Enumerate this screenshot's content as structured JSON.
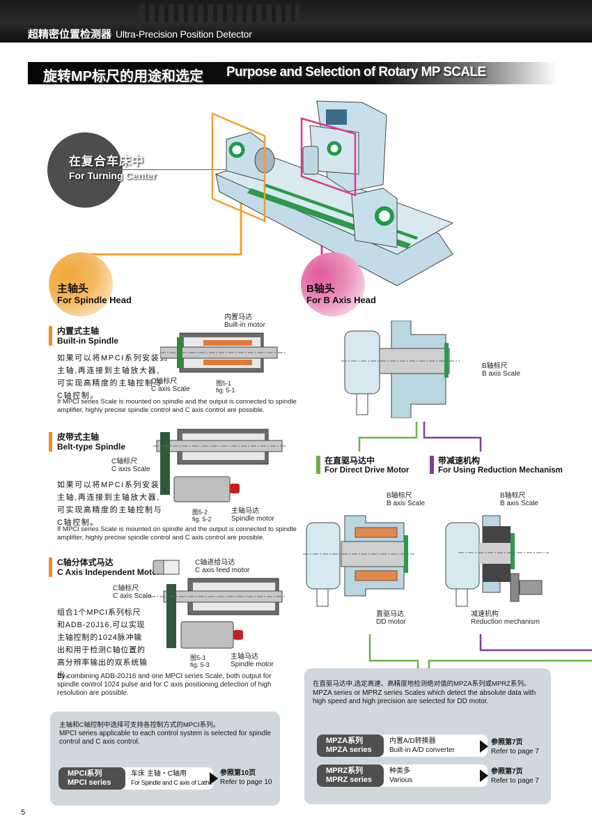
{
  "header": {
    "title_zh": "超精密位置检测器",
    "title_en": "Ultra-Precision Position Detector"
  },
  "section": {
    "title_zh": "旋转MP标尺的用途和选定",
    "title_en": "Purpose and Selection of Rotary MP SCALE"
  },
  "turning_center": {
    "label_zh": "在复合车床中",
    "label_en": "For Turning Center"
  },
  "categories": [
    {
      "label_zh": "主轴头",
      "label_en": "For Spindle Head",
      "color": "#f0a030"
    },
    {
      "label_zh": "B轴头",
      "label_en": "For B Axis Head",
      "color": "#e0358a"
    }
  ],
  "spindle_sections": [
    {
      "title_zh": "内置式主轴",
      "title_en": "Built-in Spindle",
      "desc_zh": "如果可以将MPCI系列安装到主轴,再连接到主轴放大器,可实现高精度的主轴控制与C轴控制。",
      "desc_en": "If MPCI series Scale is mounted on spindle and the output is connected to spindle amplifier, highly precise spindle control and C axis control are possible.",
      "callouts": [
        {
          "zh": "内置马达",
          "en": "Built-in motor"
        },
        {
          "zh": "C轴标尺",
          "en": "C axis Scale"
        }
      ],
      "figure_zh": "图5-1",
      "figure_en": "fig. 5-1"
    },
    {
      "title_zh": "皮带式主轴",
      "title_en": "Belt-type Spindle",
      "desc_zh": "如果可以将MPCI系列安装到主轴,再连接到主轴放大器,可实现高精度的主轴控制与C轴控制。",
      "desc_en": "If MPCI series Scale is mounted on spindle and the output is connected to spindle amplifier, highly precise spindle control and C axis control are possible.",
      "callouts": [
        {
          "zh": "C轴标尺",
          "en": "C axis Scale"
        },
        {
          "zh": "主轴马达",
          "en": "Spindle motor"
        }
      ],
      "figure_zh": "图5-2",
      "figure_en": "fig. 5-2"
    },
    {
      "title_zh": "C轴分体式马达",
      "title_en": "C Axis Independent Motor",
      "desc_zh": "组合1个MPCI系列标尺和ADB-20J16,可以实现主轴控制的1024脉冲输出和用于检测C轴位置的高分辨率输出的双系统输出。",
      "desc_en": "By combining ADB-20J16 and one MPCI series Scale, both output for spindle control 1024 pulse and for C axis positioning detection of high resolution are possible.",
      "callouts": [
        {
          "zh": "C轴进给马达",
          "en": "C axis feed motor"
        },
        {
          "zh": "C轴标尺",
          "en": "C axis Scale"
        },
        {
          "zh": "主轴马达",
          "en": "Spindle motor"
        }
      ],
      "figure_zh": "图5-3",
      "figure_en": "fig. 5-3"
    }
  ],
  "left_box": {
    "text_zh": "主轴和C轴控制中选择可支持各控制方式的MPCI系列。",
    "text_en": "MPCI series  applicable to each control system is selected for spindle control and C axis control.",
    "series": [
      {
        "name_zh": "MPCI系列",
        "name_en": "MPCI series",
        "desc_zh": "车床 主轴・C轴用",
        "desc_en": "For Spindle and C axis of Lathe",
        "refer_zh": "参照第10页",
        "refer_en": "Refer to page 10"
      }
    ]
  },
  "bhead": {
    "top_callout": {
      "zh": "B轴标尺",
      "en": "B axis Scale"
    },
    "options": [
      {
        "title_zh": "在直驱马达中",
        "title_en": "For Direct Drive Motor",
        "color": "#6ab344",
        "callouts": [
          {
            "zh": "B轴标尺",
            "en": "B axis Scale"
          },
          {
            "zh": "直驱马达",
            "en": "DD motor"
          }
        ]
      },
      {
        "title_zh": "带减速机构",
        "title_en": "For Using Reduction Mechanism",
        "color": "#7a3e98",
        "callouts": [
          {
            "zh": "B轴标尺",
            "en": "B axis Scale"
          },
          {
            "zh": "减速机构",
            "en": "Reduction mechanism"
          }
        ]
      }
    ]
  },
  "right_box": {
    "text_zh": "在直驱马达中,选定高速、高精度地检测绝对值的MPZA系列或MPRZ系列。",
    "text_en": "MPZA series or MPRZ series Scales which detect the absolute data with high speed and high precision are selected for DD motor.",
    "series": [
      {
        "name_zh": "MPZA系列",
        "name_en": "MPZA series",
        "desc_zh": "内置A/D转换器",
        "desc_en": "Built-in A/D converter",
        "refer_zh": "参照第7页",
        "refer_en": "Refer to page 7"
      },
      {
        "name_zh": "MPRZ系列",
        "name_en": "MPRZ series",
        "desc_zh": "种类多",
        "desc_en": "Various",
        "refer_zh": "参照第7页",
        "refer_en": "Refer to page 7"
      }
    ]
  },
  "page_number": "5"
}
